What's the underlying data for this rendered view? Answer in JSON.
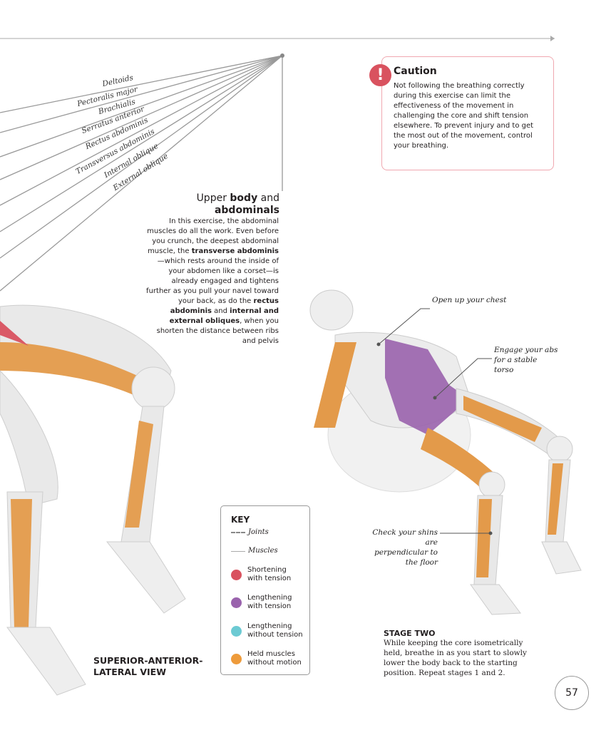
{
  "muscle_labels": [
    "Deltoids",
    "Pectoralis major",
    "Brachialis",
    "Serratus anterior",
    "Rectus abdominis",
    "Transversus abdominis",
    "Internal oblique",
    "External oblique"
  ],
  "section": {
    "heading_light": "Upper ",
    "heading_bold": "body",
    "heading_light2": " and",
    "heading_bold2": "abdominals",
    "intro_1": "In this exercise, the abdominal muscles do all the work. Even before you crunch, the deepest abdominal muscle, the ",
    "intro_b1": "transverse abdominis",
    "intro_2": "—which rests around the inside of your abdomen like a corset—is already engaged and tightens further as you pull your navel toward your back, as do the ",
    "intro_b2": "rectus abdominis",
    "intro_3": " and ",
    "intro_b3": "internal and external obliques",
    "intro_4": ", when you shorten the distance between ribs and pelvis"
  },
  "caution": {
    "icon": "!",
    "title": "Caution",
    "body": "Not following the breathing correctly during this exercise can limit the effectiveness of the movement in challenging the core and shift tension elsewhere. To prevent injury and to get the most out of the movement, control your breathing."
  },
  "tips": {
    "chest": "Open up your chest",
    "abs": "Engage your abs for a stable torso",
    "shins": "Check your shins are perpendicular to the floor"
  },
  "key": {
    "title": "KEY",
    "joints": "Joints",
    "muscles": "Muscles",
    "items": [
      {
        "label": "Shortening with tension",
        "color": "#d9525f"
      },
      {
        "label": "Lengthening with tension",
        "color": "#9a63ad"
      },
      {
        "label": "Lengthening without tension",
        "color": "#6ccad3"
      },
      {
        "label": "Held muscles without motion",
        "color": "#ee9b3b"
      }
    ]
  },
  "view_label": "SUPERIOR-ANTERIOR-LATERAL VIEW",
  "stage": {
    "title": "STAGE TWO",
    "body": "While keeping the core isometrically held, breathe in as you start to slowly lower the body back to the starting position. Repeat stages 1 and 2."
  },
  "page_number": "57"
}
